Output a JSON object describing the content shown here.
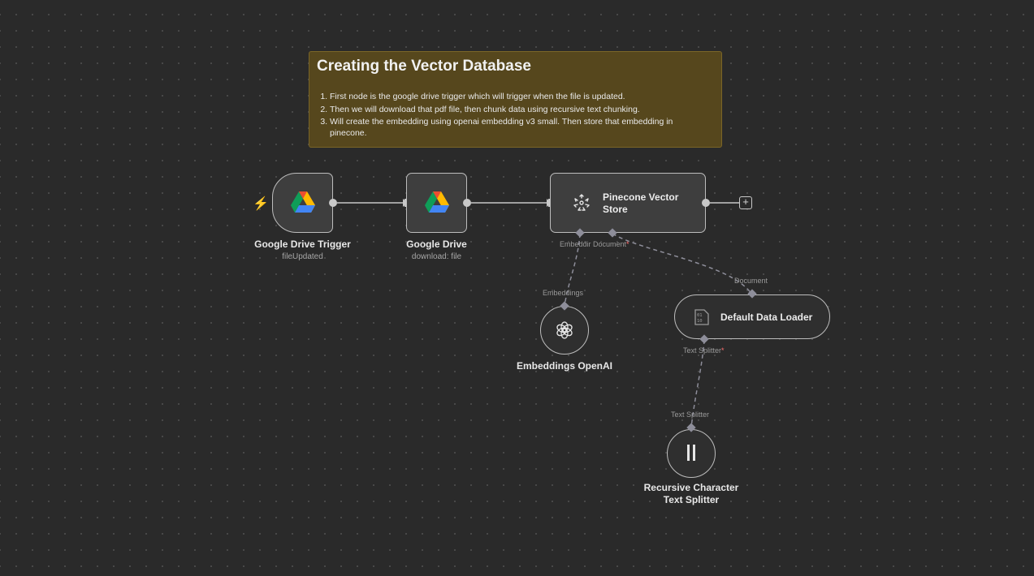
{
  "sticky_note": {
    "title": "Creating the Vector Database",
    "steps": [
      "First node is the google drive trigger which will trigger when the file is updated.",
      "Then we will download that pdf file, then chunk data using recursive text chunking.",
      "Will create the embedding using openai embedding v3 small. Then store that embedding in pinecone."
    ]
  },
  "nodes": {
    "trigger": {
      "name": "Google Drive Trigger",
      "subtitle": "fileUpdated",
      "icon": "google-drive-icon"
    },
    "gdrive": {
      "name": "Google Drive",
      "subtitle": "download: file",
      "icon": "google-drive-icon"
    },
    "pinecone": {
      "name_line1": "Pinecone Vector",
      "name_line2": "Store",
      "icon": "pinecone-icon",
      "port_embedding": "Embeddir",
      "port_document": "Document",
      "required_mark": "*"
    },
    "embeddings": {
      "name": "Embeddings OpenAI",
      "port": "Embeddings",
      "icon": "openai-icon"
    },
    "loader": {
      "name": "Default Data Loader",
      "port_top": "Document",
      "port_bottom": "Text Splitter",
      "required_mark": "*",
      "icon": "binary-file-icon"
    },
    "splitter": {
      "name_line1": "Recursive Character",
      "name_line2": "Text Splitter",
      "port": "Text Splitter",
      "icon": "splitter-icon"
    }
  },
  "add_button": "+",
  "colors": {
    "canvas": "#2a2a2a",
    "sticky": "#56471d",
    "node": "#3e3e3e",
    "edge": "#c8c8c8",
    "dashed_edge": "#8e8e9a",
    "trigger_bolt": "#ff6d5a"
  }
}
